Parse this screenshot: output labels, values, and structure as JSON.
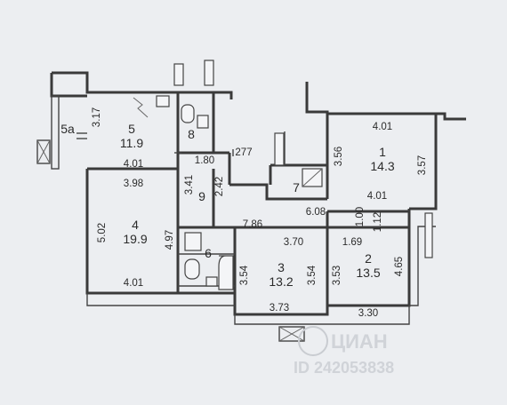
{
  "rooms": {
    "r1": {
      "number": "1",
      "area": "14.3"
    },
    "r2": {
      "number": "2",
      "area": "13.5"
    },
    "r3": {
      "number": "3",
      "area": "13.2"
    },
    "r4": {
      "number": "4",
      "area": "19.9"
    },
    "r5": {
      "number": "5",
      "area": "11.9"
    },
    "r5a": {
      "number": "5a"
    },
    "r6": {
      "number": "6"
    },
    "r7": {
      "number": "7"
    },
    "r8": {
      "number": "8"
    },
    "r9": {
      "number": "9"
    }
  },
  "dimensions": {
    "d_317": "3.17",
    "d_401_r5": "4.01",
    "d_398": "3.98",
    "d_502": "5.02",
    "d_497": "4.97",
    "d_401_r4": "4.01",
    "d_180": "1.80",
    "d_277": "277",
    "d_341": "3.41",
    "d_242": "2.42",
    "d_401_r1_top": "4.01",
    "d_356": "3.56",
    "d_357": "3.57",
    "d_401_r1_bottom": "4.01",
    "d_608": "6.08",
    "d_100": "1.00",
    "d_112": "1.12",
    "d_786": "7.86",
    "d_370": "3.70",
    "d_169": "1.69",
    "d_465": "4.65",
    "d_354_left": "3.54",
    "d_354_right": "3.54",
    "d_353": "3.53",
    "d_373": "3.73",
    "d_330": "3.30"
  },
  "watermark": {
    "text": "ЦИАН",
    "id_text": "ID 242053838"
  }
}
